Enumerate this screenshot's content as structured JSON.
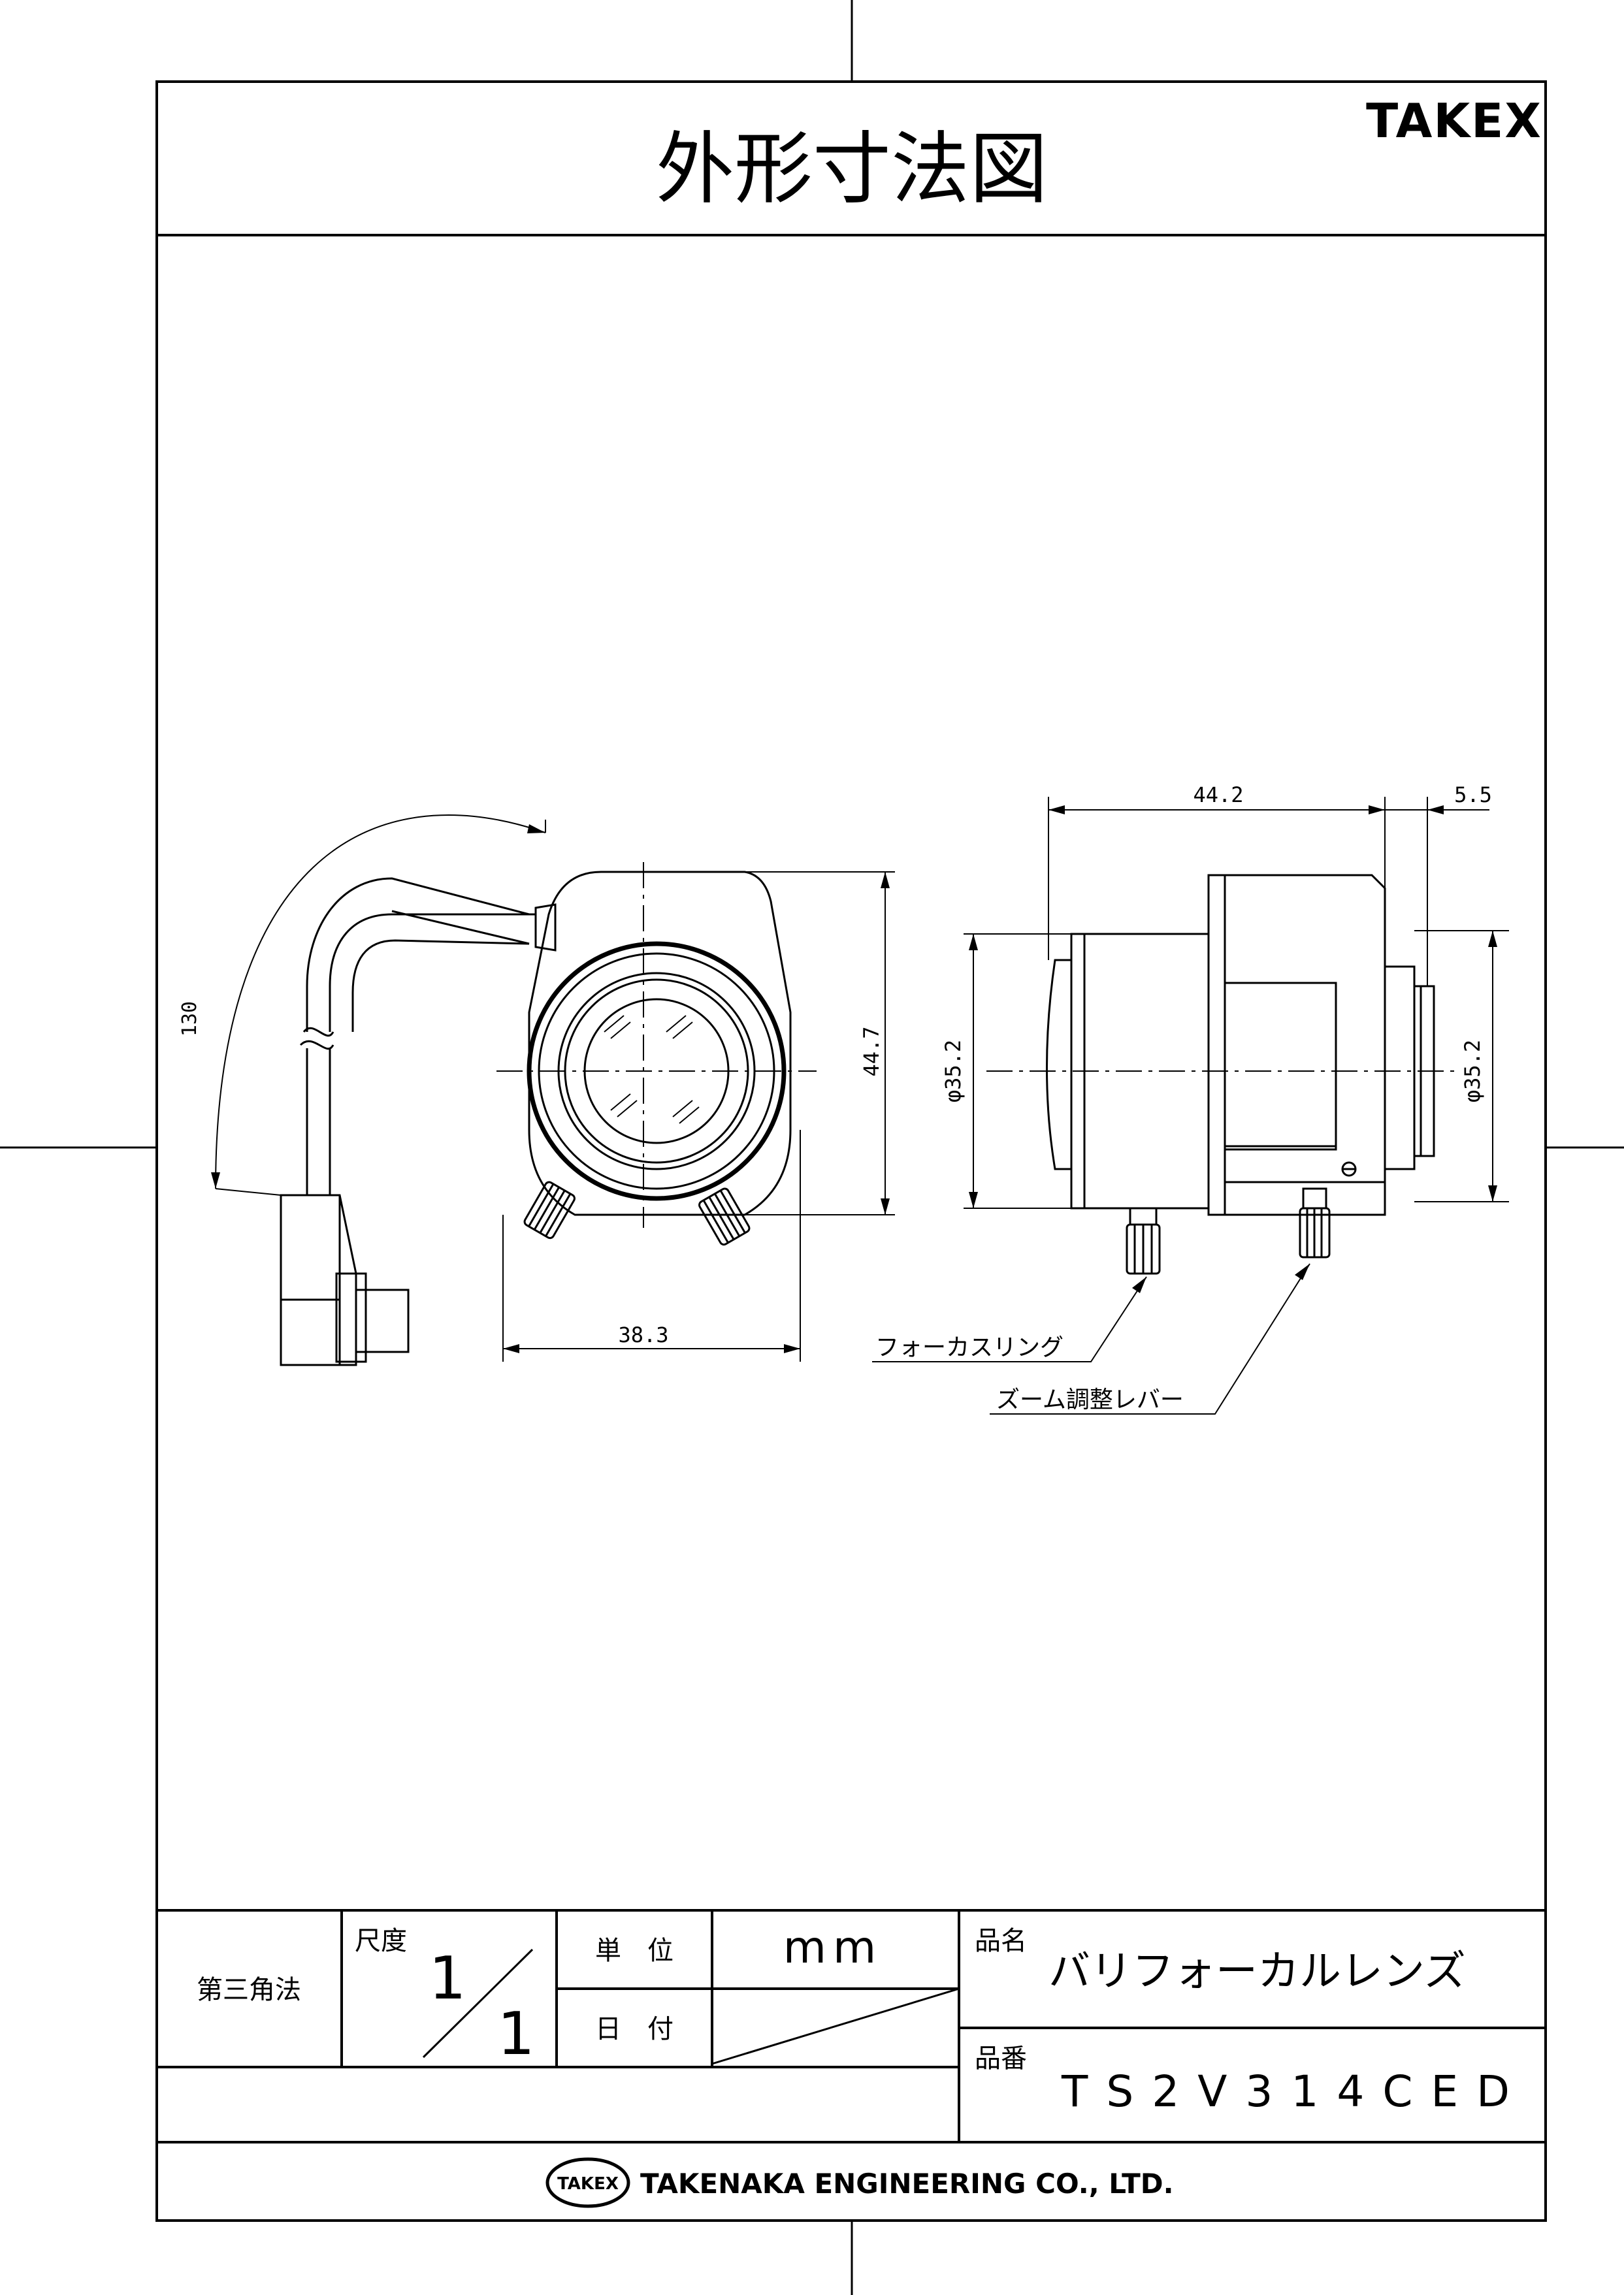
{
  "header": {
    "title": "外形寸法図",
    "brand": "TAKEX"
  },
  "dimensions": {
    "cable_length": "130",
    "front_height": "44.7",
    "front_width": "38.3",
    "side_length": "44.2",
    "side_offset": "5.5",
    "side_front_diameter": "φ35.2",
    "side_rear_diameter": "φ35.2"
  },
  "callouts": {
    "focus_ring": "フォーカスリング",
    "zoom_lever": "ズーム調整レバー"
  },
  "title_block": {
    "projection": "第三角法",
    "scale_label": "尺度",
    "scale_numerator": "1",
    "scale_denominator": "1",
    "unit_label": "単　位",
    "unit_value": "mm",
    "date_label": "日　付",
    "product_name_label": "品名",
    "product_name": "バリフォーカルレンズ",
    "part_number_label": "品番",
    "part_number": "TS2V314CED"
  },
  "footer": {
    "logo_text": "TAKEX",
    "company": "TAKENAKA ENGINEERING CO., LTD."
  }
}
